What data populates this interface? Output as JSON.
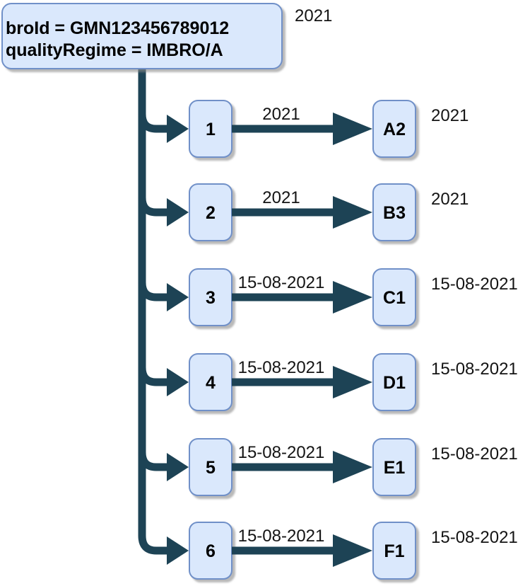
{
  "diagram": {
    "root": {
      "line1": "broId = GMN123456789012",
      "line2": "qualityRegime = IMBRO/A",
      "side_label": "2021"
    },
    "rows": [
      {
        "source": "1",
        "target": "A2",
        "edge_label": "2021",
        "side_label": "2021"
      },
      {
        "source": "2",
        "target": "B3",
        "edge_label": "2021",
        "side_label": "2021"
      },
      {
        "source": "3",
        "target": "C1",
        "edge_label": "15-08-2021",
        "side_label": "15-08-2021"
      },
      {
        "source": "4",
        "target": "D1",
        "edge_label": "15-08-2021",
        "side_label": "15-08-2021"
      },
      {
        "source": "5",
        "target": "E1",
        "edge_label": "15-08-2021",
        "side_label": "15-08-2021"
      },
      {
        "source": "6",
        "target": "F1",
        "edge_label": "15-08-2021",
        "side_label": "15-08-2021"
      }
    ],
    "colors": {
      "node_fill": "#dae8fc",
      "node_stroke": "#7090c8",
      "edge": "#1d4355",
      "text": "#000000",
      "label": "#141414"
    }
  }
}
